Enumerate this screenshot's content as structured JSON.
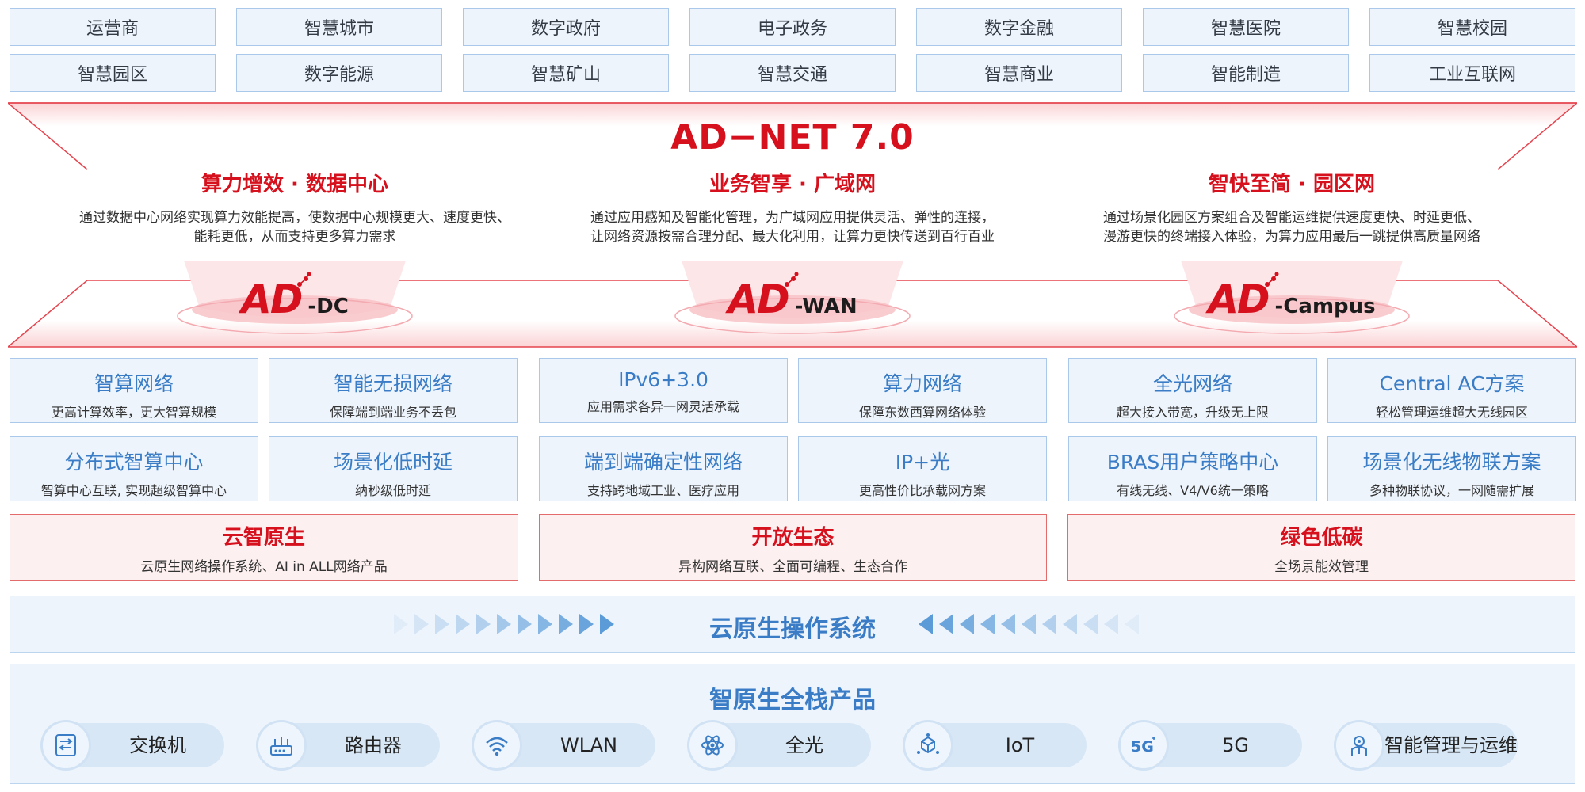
{
  "industries": {
    "row1": [
      "运营商",
      "智慧城市",
      "数字政府",
      "电子政务",
      "数字金融",
      "智慧医院",
      "智慧校园"
    ],
    "row2": [
      "智慧园区",
      "数字能源",
      "智慧矿山",
      "智慧交通",
      "智慧商业",
      "智能制造",
      "工业互联网"
    ]
  },
  "banner": {
    "title": "AD−NET 7.0",
    "pillars": [
      {
        "title": "算力增效 · 数据中心",
        "desc1": "通过数据中心网络实现算力效能提高，使数据中心规模更大、速度更快、",
        "desc2": "能耗更低，从而支持更多算力需求",
        "brand_main": "AD",
        "brand_suffix": "-DC"
      },
      {
        "title": "业务智享 · 广域网",
        "desc1": "通过应用感知及智能化管理，为广域网应用提供灵活、弹性的连接，",
        "desc2": "让网络资源按需合理分配、最大化利用，让算力更快传送到百行百业",
        "brand_main": "AD",
        "brand_suffix": "-WAN"
      },
      {
        "title": "智快至简 · 园区网",
        "desc1": "通过场景化园区方案组合及智能运维提供速度更快、时延更低、",
        "desc2": "漫游更快的终端接入体验，为算力应用最后一跳提供高质量网络",
        "brand_main": "AD",
        "brand_suffix": "-Campus"
      }
    ]
  },
  "features": [
    {
      "title": "智算网络",
      "sub": "更高计算效率，更大智算规模"
    },
    {
      "title": "智能无损网络",
      "sub": "保障端到端业务不丢包"
    },
    {
      "title": "IPv6+3.0",
      "sub": "应用需求各异一网灵活承载"
    },
    {
      "title": "算力网络",
      "sub": "保障东数西算网络体验"
    },
    {
      "title": "全光网络",
      "sub": "超大接入带宽，升级无上限"
    },
    {
      "title": "Central AC方案",
      "sub": "轻松管理运维超大无线园区"
    },
    {
      "title": "分布式智算中心",
      "sub": "智算中心互联, 实现超级智算中心"
    },
    {
      "title": "场景化低时延",
      "sub": "纳秒级低时延"
    },
    {
      "title": "端到端确定性网络",
      "sub": "支持跨地域工业、医疗应用"
    },
    {
      "title": "IP+光",
      "sub": "更高性价比承载网方案"
    },
    {
      "title": "BRAS用户策略中心",
      "sub": "有线无线、V4/V6统一策略"
    },
    {
      "title": "场景化无线物联方案",
      "sub": "多种物联协议，一网随需扩展"
    }
  ],
  "values": [
    {
      "title": "云智原生",
      "sub": "云原生网络操作系统、AI in ALL网络产品"
    },
    {
      "title": "开放生态",
      "sub": "异构网络互联、全面可编程、生态合作"
    },
    {
      "title": "绿色低碳",
      "sub": "全场景能效管理"
    }
  ],
  "os": {
    "title": "云原生操作系统"
  },
  "products": {
    "title": "智原生全栈产品",
    "items": [
      {
        "label": "交换机",
        "icon": "switch-icon"
      },
      {
        "label": "路由器",
        "icon": "router-icon"
      },
      {
        "label": "WLAN",
        "icon": "wifi-icon"
      },
      {
        "label": "全光",
        "icon": "optical-atom-icon"
      },
      {
        "label": "IoT",
        "icon": "iot-icon"
      },
      {
        "label": "5G",
        "icon": "5g-icon"
      },
      {
        "label": "智能管理与运维",
        "icon": "ops-management-icon"
      }
    ]
  },
  "colors": {
    "brand_red": "#d6101c",
    "accent_blue": "#3a7dc6",
    "panel_blue": "#edf4fc",
    "border_blue": "#aac9ea"
  }
}
